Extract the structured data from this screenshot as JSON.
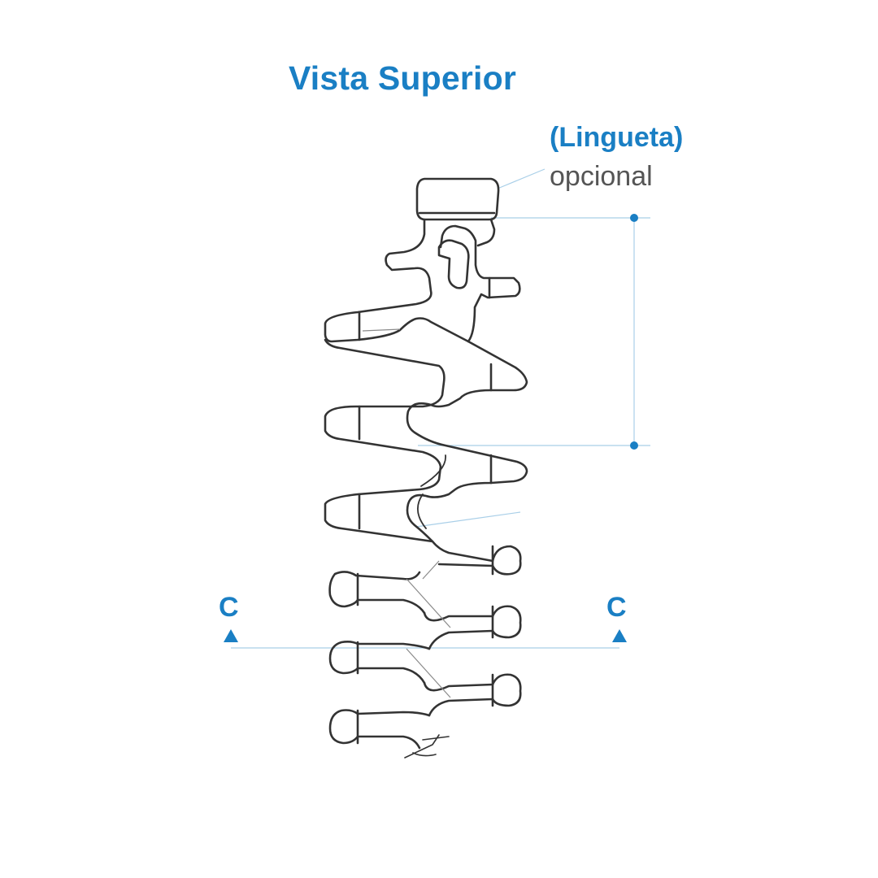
{
  "title": "Vista Superior",
  "callout": {
    "label": "(Lingueta)",
    "sublabel": "opcional"
  },
  "section_marker": {
    "letter_left": "C",
    "letter_right": "C"
  },
  "colors": {
    "accent": "#1a7fc4",
    "line": "#333333",
    "muted_text": "#555555",
    "leader": "#a9cfe8"
  }
}
